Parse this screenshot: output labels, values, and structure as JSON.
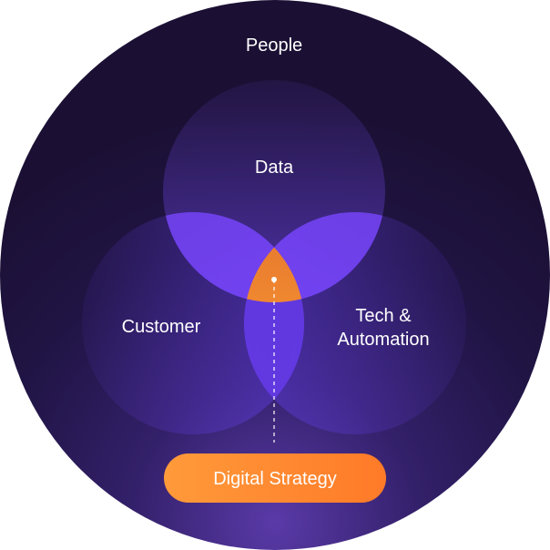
{
  "diagram": {
    "outer_label": "People",
    "circles": {
      "data": "Data",
      "customer": "Customer",
      "tech_line1": "Tech &",
      "tech_line2": "Automation"
    },
    "cta_label": "Digital Strategy"
  },
  "colors": {
    "outer_dark": "#1e1238",
    "outer_glow": "#4a2d8c",
    "circle": "#6a3ff0",
    "overlap": "#8a55ff",
    "center_top": "#f59a3a",
    "center_bottom": "#ff7a2a",
    "cta": "#ff8a30"
  }
}
